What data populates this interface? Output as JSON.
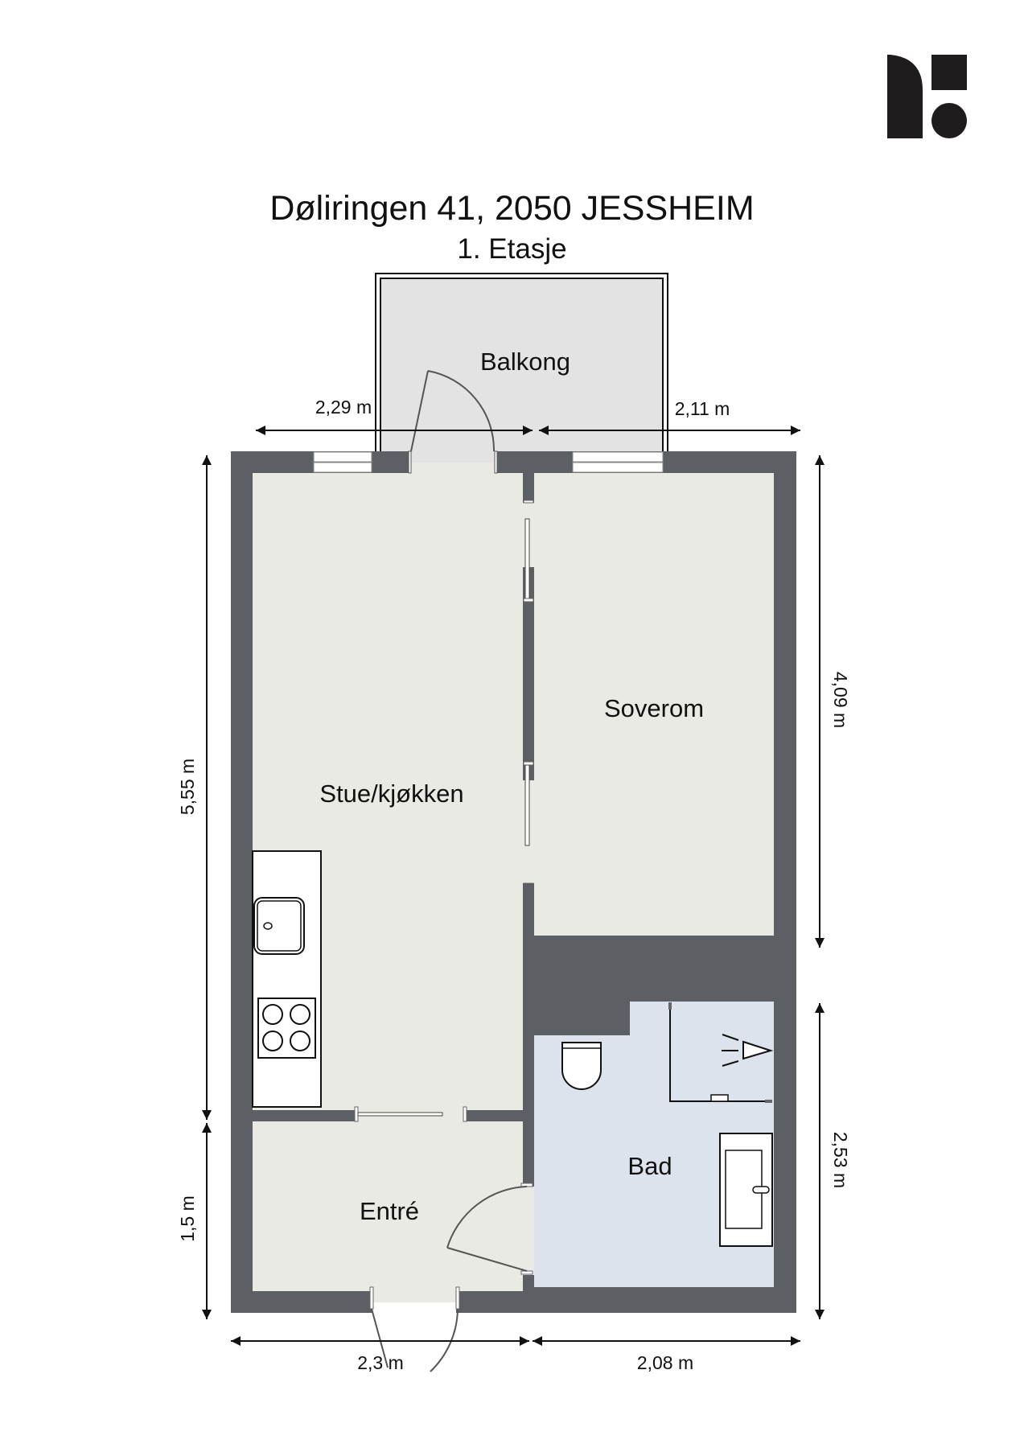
{
  "header": {
    "address": "Døliringen 41, 2050 JESSHEIM",
    "floor": "1. Etasje"
  },
  "logo": {
    "icon": "brand-logo-icon",
    "color": "#1e1c1c"
  },
  "rooms": {
    "balcony": {
      "label": "Balkong"
    },
    "living_kitchen": {
      "label": "Stue/kjøkken"
    },
    "bedroom": {
      "label": "Soverom"
    },
    "bathroom": {
      "label": "Bad"
    },
    "entrance": {
      "label": "Entré"
    }
  },
  "dimensions": {
    "top_left": "2,29 m",
    "top_right": "2,11 m",
    "left_upper": "5,55 m",
    "left_lower": "1,5 m",
    "right_upper": "4,09 m",
    "right_lower": "2,53 m",
    "bottom_left": "2,3 m",
    "bottom_right": "2,08 m"
  },
  "colors": {
    "wall": "#5c5f63",
    "floor_dry": "#eaeae4",
    "floor_wet": "#dde3ec",
    "balcony": "#e3e3e3",
    "line": "#111111"
  },
  "fixtures": [
    "kitchen-counter",
    "kitchen-sink",
    "cooktop",
    "toilet",
    "shower",
    "bathroom-sink"
  ]
}
